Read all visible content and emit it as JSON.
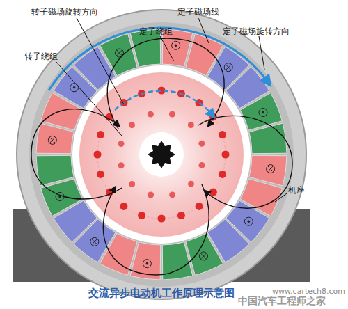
{
  "diagram": {
    "caption": "交流异步电动机工作原理示意图",
    "labels": [
      "转子磁场旋转方向",
      "定子磁场线",
      "定子绕组",
      "定子磁场旋转方向",
      "转子绕组",
      "机座",
      "www.cartech8.com",
      "中国汽车工程师之家"
    ]
  }
}
